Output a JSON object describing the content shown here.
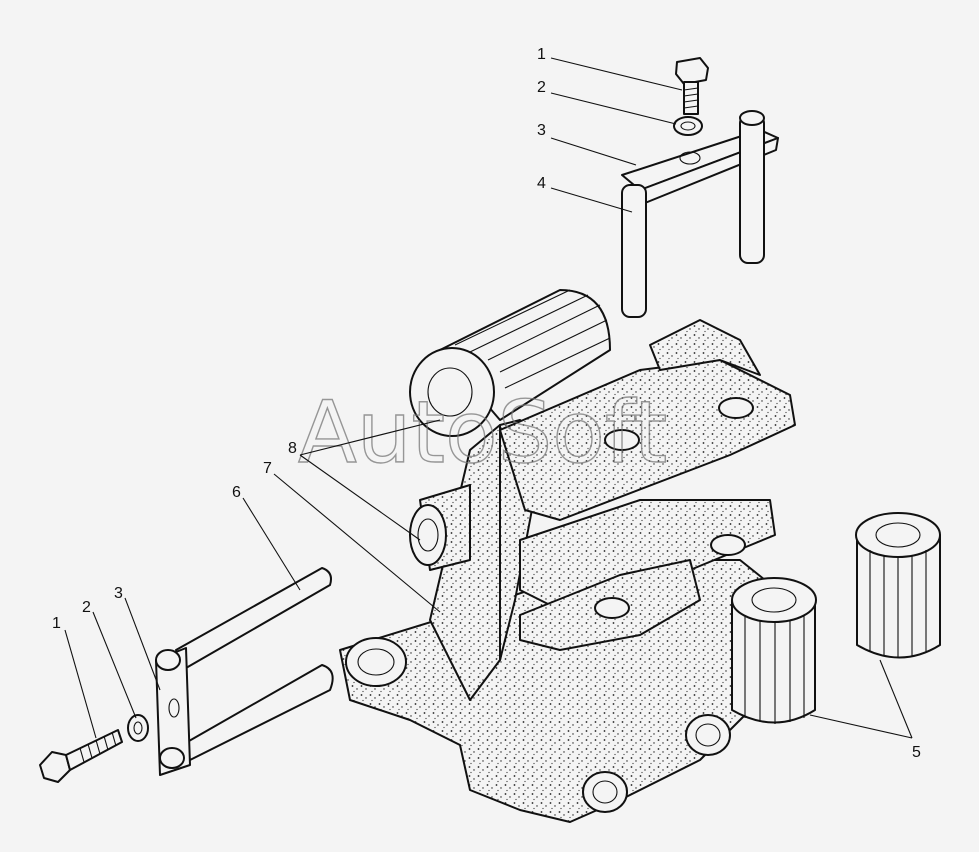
{
  "watermark": "AutoSoft",
  "callouts": {
    "top_1": "1",
    "top_2": "2",
    "top_3": "3",
    "top_4": "4",
    "left_1": "1",
    "left_2": "2",
    "left_3": "3",
    "part_5": "5",
    "part_6": "6",
    "part_7": "7",
    "part_8": "8"
  }
}
